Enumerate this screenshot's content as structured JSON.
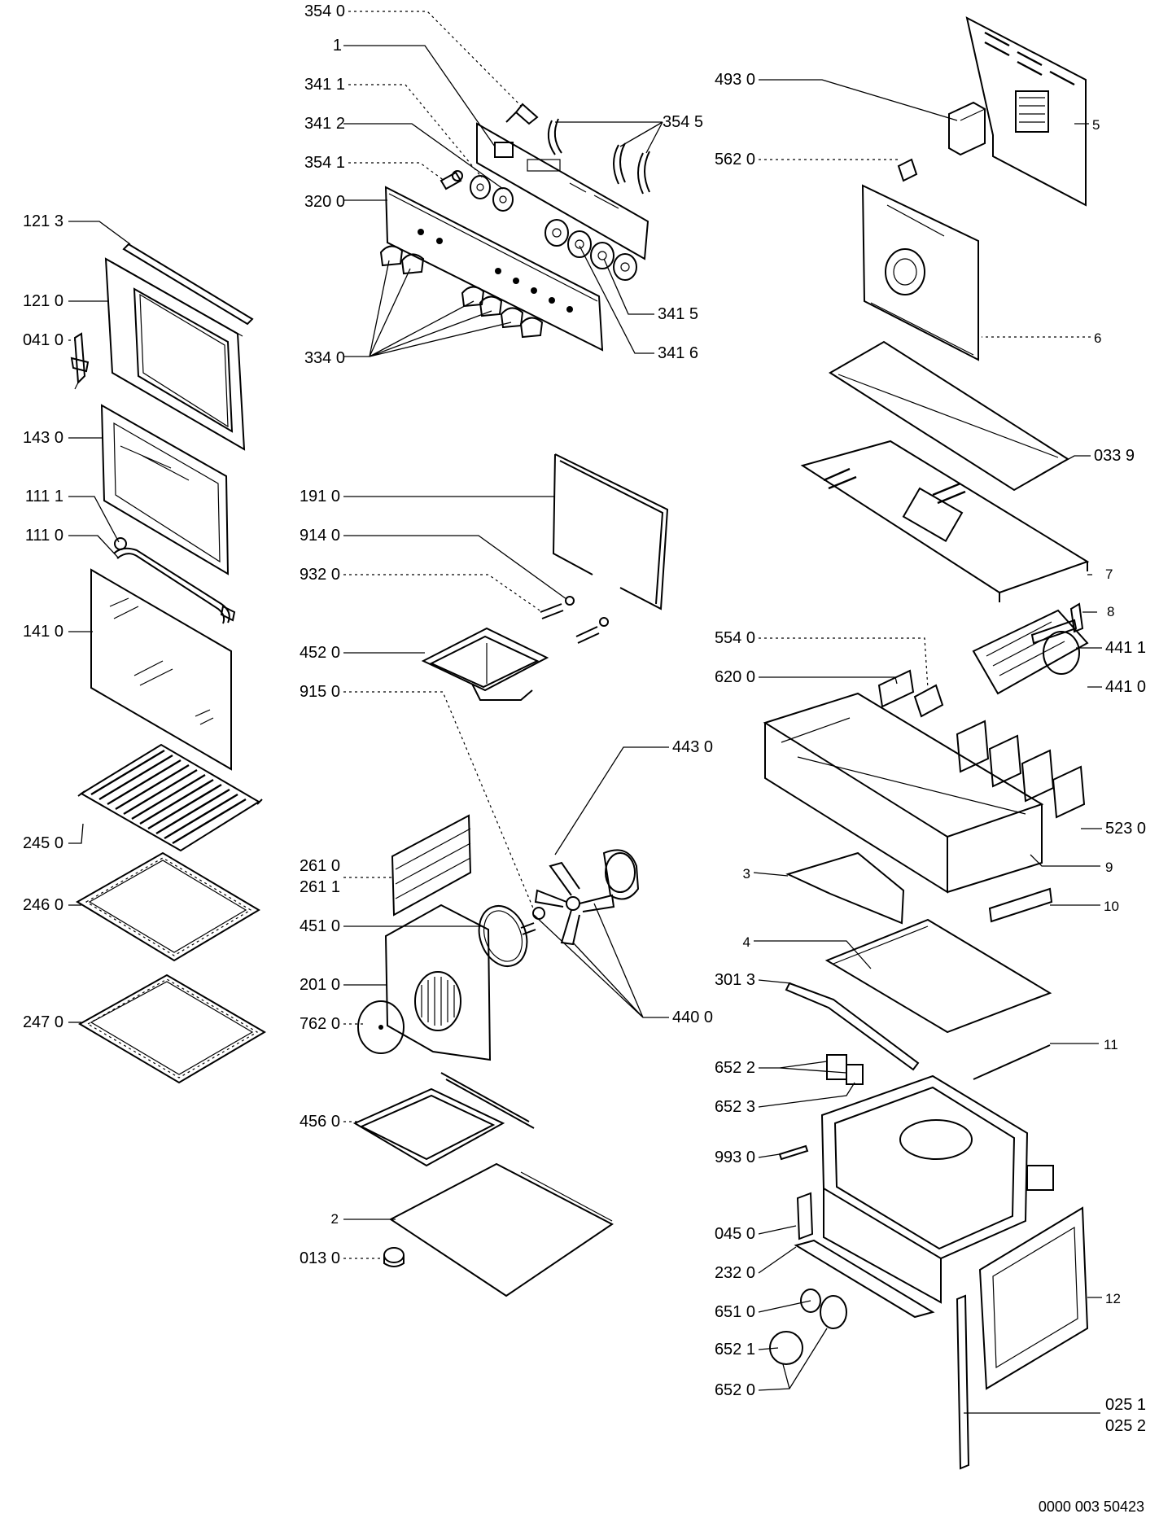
{
  "drawing_code": "0000 003 50423",
  "labels": {
    "l3540": "354 0",
    "l1": "1",
    "l3411": "341 1",
    "l3412": "341 2",
    "l3541": "354 1",
    "l3200": "320 0",
    "l3340": "334 0",
    "l3545": "354 5",
    "l3415": "341 5",
    "l3416": "341 6",
    "l4930": "493 0",
    "l5620": "562 0",
    "l5": "5",
    "l6": "6",
    "l0339": "033 9",
    "l7": "7",
    "l8": "8",
    "l4411": "441 1",
    "l4410": "441 0",
    "l5540": "554 0",
    "l6200": "620 0",
    "l5230": "523 0",
    "l9": "9",
    "l3": "3",
    "l10": "10",
    "l4": "4",
    "l3013": "301 3",
    "l11": "11",
    "l6522": "652 2",
    "l6523": "652 3",
    "l9930": "993 0",
    "l0450": "045 0",
    "l2320": "232 0",
    "l12": "12",
    "l6510": "651 0",
    "l6521": "652 1",
    "l6520": "652 0",
    "l0251": "025 1",
    "l0252": "025 2",
    "l1213": "121 3",
    "l1210": "121 0",
    "l0410": "041 0",
    "l1430": "143 0",
    "l1111": "111 1",
    "l1110": "111 0",
    "l1410": "141 0",
    "l2450": "245 0",
    "l2460": "246 0",
    "l2470": "247 0",
    "l1910": "191 0",
    "l9140": "914 0",
    "l9320": "932 0",
    "l4520": "452 0",
    "l9150": "915 0",
    "l4430": "443 0",
    "l2610": "261 0",
    "l2611": "261 1",
    "l4510": "451 0",
    "l2010": "201 0",
    "l7620": "762 0",
    "l4400": "440 0",
    "l4560": "456 0",
    "l2": "2",
    "l0130": "013 0"
  }
}
